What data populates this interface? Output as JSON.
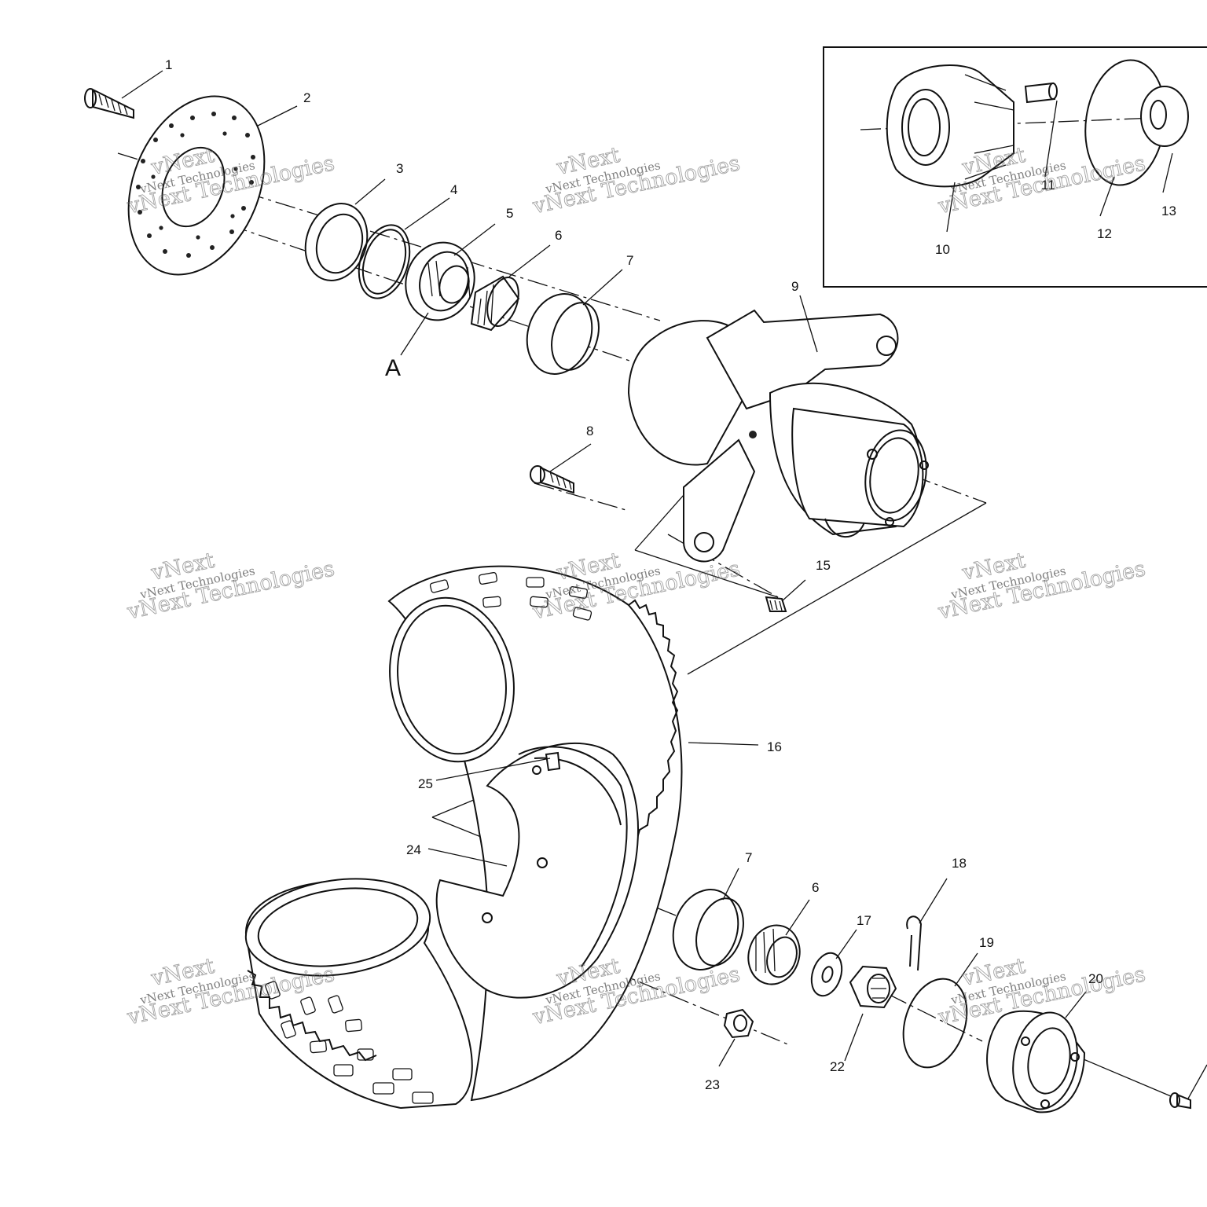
{
  "labels": {
    "p1": "1",
    "p2": "2",
    "p3": "3",
    "p4": "4",
    "p5": "5",
    "p6": "6",
    "p7": "7",
    "p8": "8",
    "p9": "9",
    "p10": "10",
    "p11": "11",
    "p12": "12",
    "p13": "13",
    "p15": "15",
    "p16": "16",
    "p17": "17",
    "p18": "18",
    "p19": "19",
    "p20": "20",
    "p22": "22",
    "p23": "23",
    "p24": "24",
    "p25": "25",
    "p6b": "6",
    "p7b": "7",
    "detail_a": "A"
  },
  "watermark": {
    "small": "vNext Technologies",
    "large": "vNext Technologies",
    "top": "vNext"
  }
}
